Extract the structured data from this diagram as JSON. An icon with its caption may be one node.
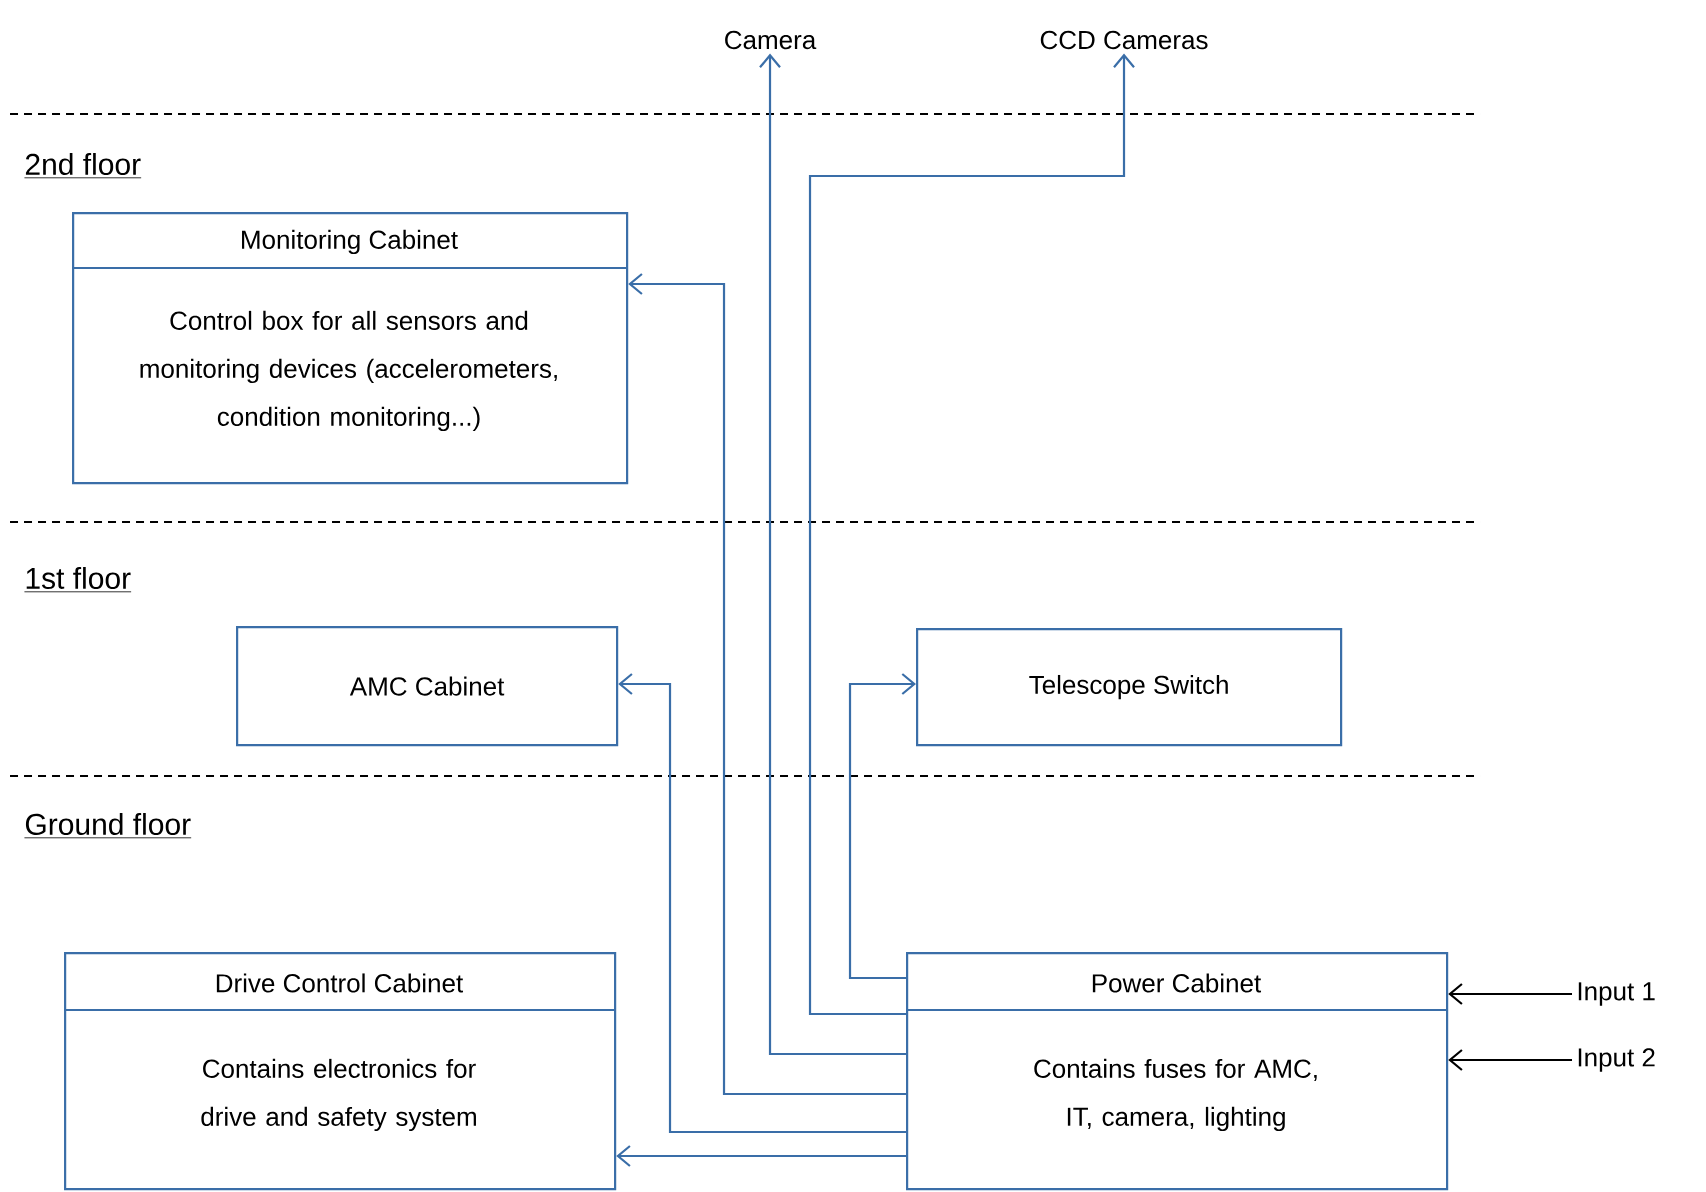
{
  "diagram": {
    "nodes": [
      {
        "text": [
          "Camera"
        ]
      },
      {
        "text": [
          "CCD Cameras"
        ]
      },
      {
        "text": [
          "Monitoring Cabinet",
          "Control box for all sensors and monitoring devices (accelerometers, condition monitoring...)"
        ]
      },
      {
        "text": [
          "AMC Cabinet"
        ]
      },
      {
        "text": [
          "Telescope Switch"
        ]
      },
      {
        "text": [
          "Drive Control Cabinet",
          "Contains electronics for drive and safety system"
        ]
      },
      {
        "text": [
          "Power Cabinet",
          "Contains fuses for AMC, IT, camera, lighting"
        ]
      },
      {
        "text": [
          "Input 1"
        ]
      },
      {
        "text": [
          "Input 2"
        ]
      }
    ],
    "edges": [
      {
        "from": 6,
        "to": 0,
        "arrow": "to"
      },
      {
        "from": 6,
        "to": 1,
        "arrow": "to"
      },
      {
        "from": 6,
        "to": 2,
        "arrow": "to"
      },
      {
        "from": 6,
        "to": 3,
        "arrow": "to"
      },
      {
        "from": 6,
        "to": 4,
        "arrow": "to"
      },
      {
        "from": 6,
        "to": 5,
        "arrow": "to"
      },
      {
        "from": 7,
        "to": 6,
        "arrow": "to",
        "color": "#000000"
      },
      {
        "from": 8,
        "to": 6,
        "arrow": "to",
        "color": "#000000"
      }
    ],
    "labels": [
      "2nd floor",
      "1st floor",
      "Ground floor"
    ]
  }
}
